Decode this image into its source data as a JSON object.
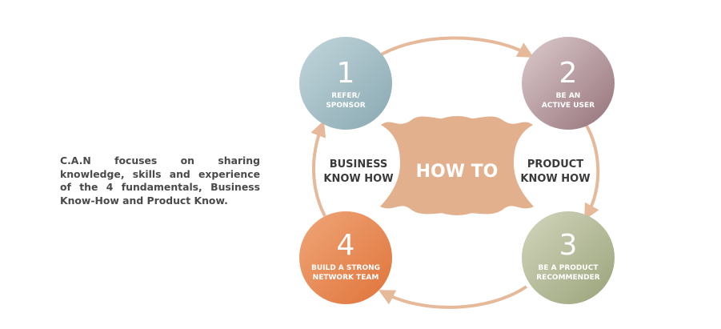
{
  "intro": {
    "text": "C.A.N focuses on sharing knowledge, skills and experience of the 4 fundamentals, Business Know-How and Product Know."
  },
  "center": {
    "label": "HOW TO"
  },
  "sides": {
    "left": {
      "line1": "BUSINESS",
      "line2": "KNOW HOW"
    },
    "right": {
      "line1": "PRODUCT",
      "line2": "KNOW HOW"
    }
  },
  "steps": [
    {
      "number": "1",
      "line1": "REFER/",
      "line2": "SPONSOR"
    },
    {
      "number": "2",
      "line1": "BE AN",
      "line2": "ACTIVE USER"
    },
    {
      "number": "3",
      "line1": "BE A PRODUCT",
      "line2": "RECOMMENDER"
    },
    {
      "number": "4",
      "line1": "BUILD A STRONG",
      "line2": "NETWORK TEAM"
    }
  ],
  "colors": {
    "ring": "#e5b99a",
    "center": "#e3b08e",
    "side_text": "#3a3a3a",
    "step1": "#9fbcc4",
    "step2": "#a8868a",
    "step3": "#a8b08a",
    "step4": "#e6824a"
  }
}
